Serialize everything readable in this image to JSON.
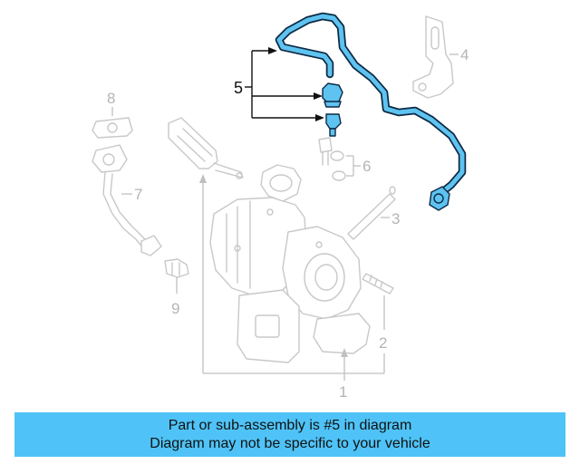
{
  "callouts": {
    "c1": "1",
    "c2": "2",
    "c3": "3",
    "c4": "4",
    "c5": "5",
    "c6": "6",
    "c7": "7",
    "c8": "8",
    "c9": "9"
  },
  "highlighted_part": "5",
  "banner": {
    "line1": "Part or sub-assembly is #5 in diagram",
    "line2": "Diagram may not be specific to your vehicle"
  },
  "colors": {
    "highlight": "#5ec3f0",
    "banner": "#4fc3f7",
    "ghost": "#c8c8c8"
  }
}
